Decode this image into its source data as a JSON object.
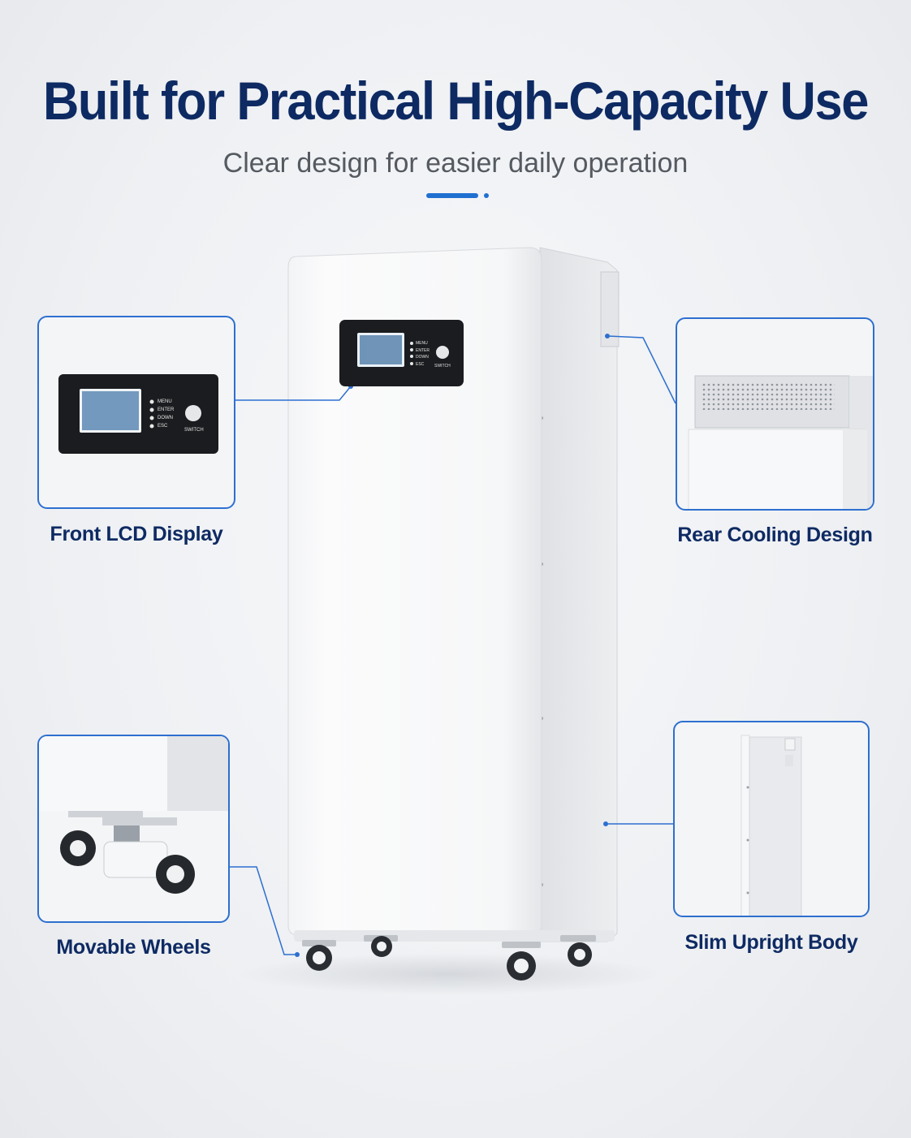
{
  "header": {
    "title": "Built for Practical High-Capacity Use",
    "subtitle": "Clear design for easier daily operation"
  },
  "colors": {
    "title": "#0e2a63",
    "subtitle": "#555a61",
    "accent": "#1f6fd1",
    "callout_border": "#2d6fd0",
    "label": "#0e2a63"
  },
  "panel": {
    "buttons": [
      "MENU",
      "ENTER",
      "DOWN",
      "ESC"
    ],
    "switch_label": "SWITCH"
  },
  "callouts": [
    {
      "id": "front-lcd-display",
      "label": "Front LCD Display"
    },
    {
      "id": "rear-cooling-design",
      "label": "Rear Cooling Design"
    },
    {
      "id": "movable-wheels",
      "label": "Movable Wheels"
    },
    {
      "id": "slim-upright-body",
      "label": "Slim Upright Body"
    }
  ]
}
